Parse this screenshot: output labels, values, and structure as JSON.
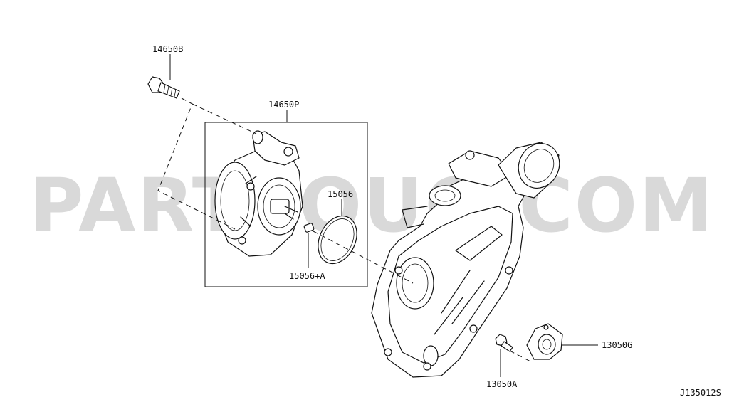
{
  "parts": {
    "bolt_top": "14650B",
    "vacuum_pump": "14650P",
    "o_ring": "15056",
    "o_ring_small": "15056+A",
    "cover_bolt": "13050A",
    "cover": "13050G"
  },
  "diagram_code": "J135012S",
  "watermark": "PARTSOUQ.COM"
}
